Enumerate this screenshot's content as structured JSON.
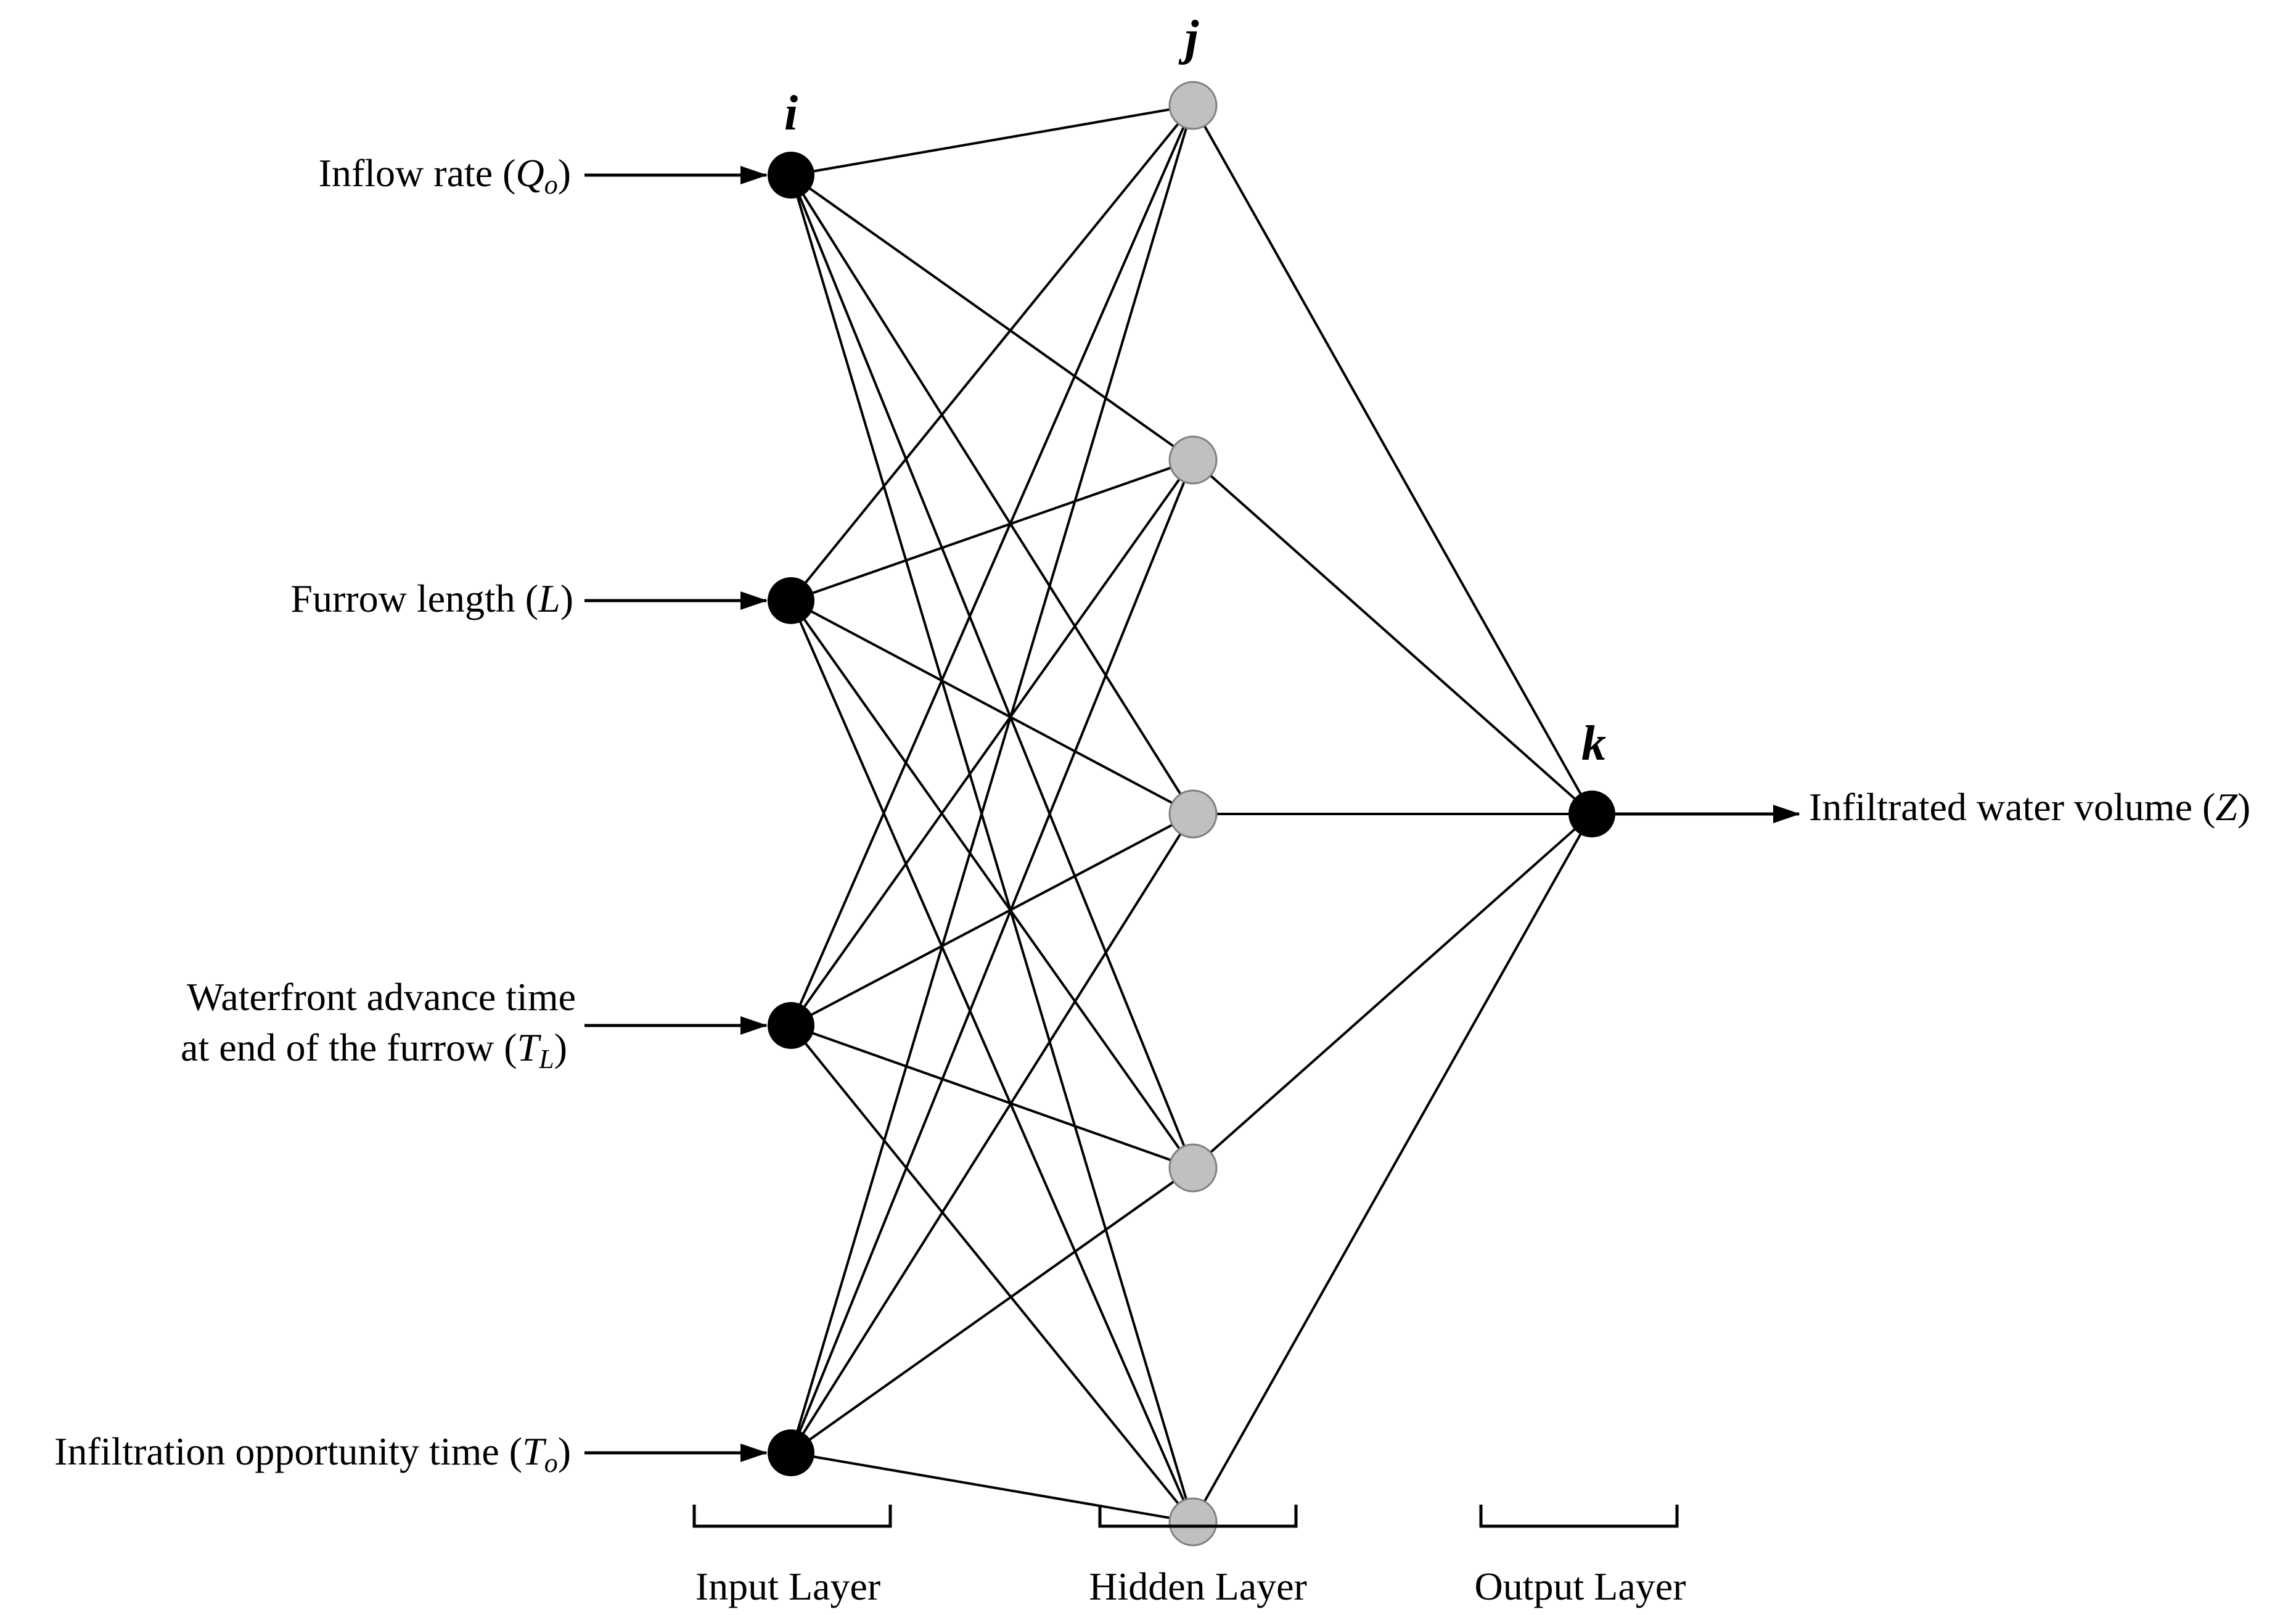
{
  "node_letters": {
    "input": "i",
    "hidden": "j",
    "output": "k"
  },
  "inputs": [
    {
      "text": "Inflow rate (",
      "sym": "Q",
      "sub": "o",
      "close": ")"
    },
    {
      "text": "Furrow length (",
      "sym": "L",
      "sub": "",
      "close": ")"
    },
    {
      "line1": "Waterfront advance time",
      "text": "at end of the furrow (",
      "sym": "T",
      "sub": "L",
      "close": ")"
    },
    {
      "text": "Infiltration opportunity time (",
      "sym": "T",
      "sub": "o",
      "close": ")"
    }
  ],
  "output": {
    "text": "Infiltrated water volume (",
    "sym": "Z",
    "sub": "",
    "close": ")"
  },
  "layers": {
    "input": "Input Layer",
    "hidden": "Hidden Layer",
    "output": "Output Layer"
  },
  "counts": {
    "input": 4,
    "hidden": 5,
    "output": 1
  },
  "colors": {
    "input_node": "#000000",
    "hidden_node": "#c0c0c0",
    "hidden_node_stroke": "#808080",
    "output_node": "#000000",
    "line": "#000000"
  }
}
